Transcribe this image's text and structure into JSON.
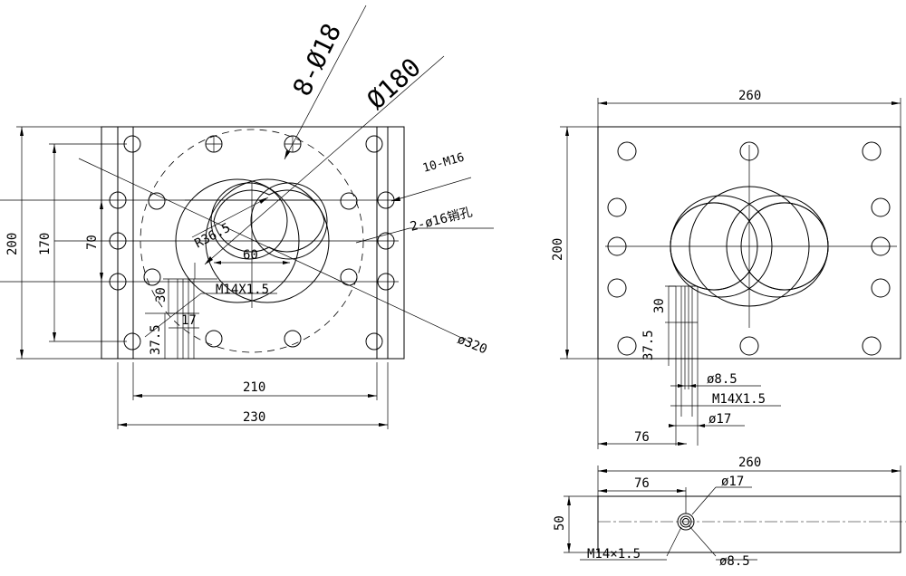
{
  "front_view": {
    "label_8_d18": "8-Ø18",
    "label_d180": "Ø180",
    "label_10_m16": "10-M16",
    "label_2_d16_pin": "2-ø16销孔",
    "label_r36_5": "R36.5",
    "label_60": "60",
    "label_m14_thread": "M14X1.5",
    "label_30": "30",
    "label_17": "17",
    "label_37_5": "37.5",
    "label_d320": "ø320",
    "label_210": "210",
    "label_230": "230",
    "label_200": "200",
    "label_170": "170",
    "label_70": "70"
  },
  "side_view": {
    "label_260": "260",
    "label_200": "200",
    "label_30": "30",
    "label_37_5": "37.5",
    "label_d8_5": "ø8.5",
    "label_m14_thread": "M14X1.5",
    "label_d17": "ø17",
    "label_76": "76"
  },
  "bottom_view": {
    "label_260": "260",
    "label_76": "76",
    "label_d17": "ø17",
    "label_50": "50",
    "label_m14_thread": "M14×1.5",
    "label_d8_5": "ø8.5"
  }
}
